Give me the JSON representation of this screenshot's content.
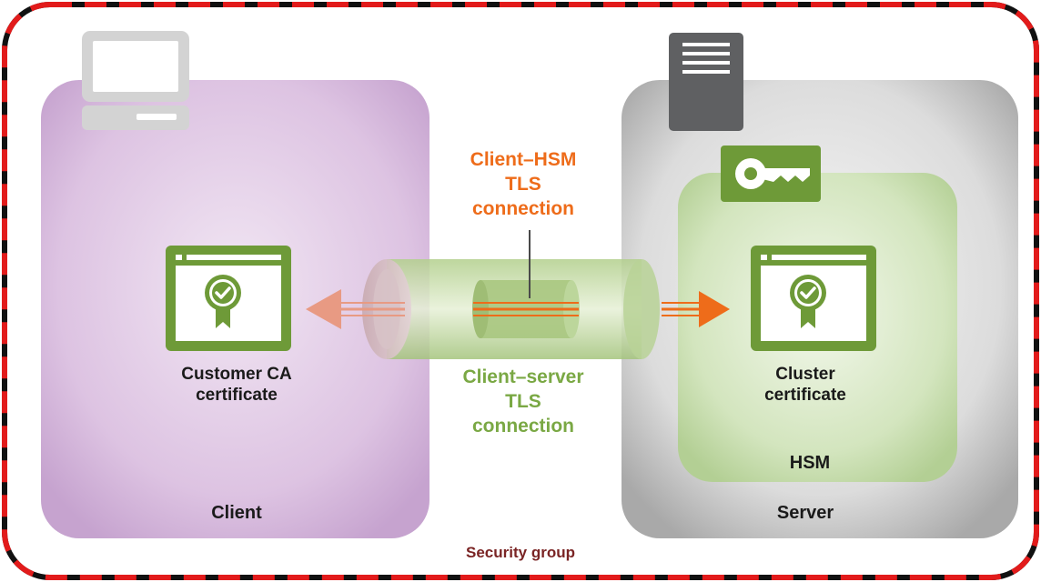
{
  "labels": {
    "client": "Client",
    "server": "Server",
    "hsm": "HSM",
    "customer_ca_certificate": [
      "Customer CA",
      "certificate"
    ],
    "cluster_certificate": [
      "Cluster",
      "certificate"
    ],
    "client_hsm_tls_connection": [
      "Client–HSM",
      "TLS",
      "connection"
    ],
    "client_server_tls_connection": [
      "Client–server",
      "TLS",
      "connection"
    ],
    "security_group": "Security group"
  },
  "icons": {
    "client": "laptop-icon",
    "server": "server-icon",
    "hsm_key": "key-icon",
    "customer_ca_certificate": "certificate-icon",
    "cluster_certificate": "certificate-icon"
  },
  "colors": {
    "security_group_border": "#e21b1b",
    "client_zone": "#d9bfdf",
    "server_zone": "#d4d4d4",
    "hsm_zone": "#cfe2b8",
    "certificate_green": "#6e9a38",
    "client_hsm_accent": "#ee6c1a",
    "client_server_accent": "#7aa844"
  }
}
